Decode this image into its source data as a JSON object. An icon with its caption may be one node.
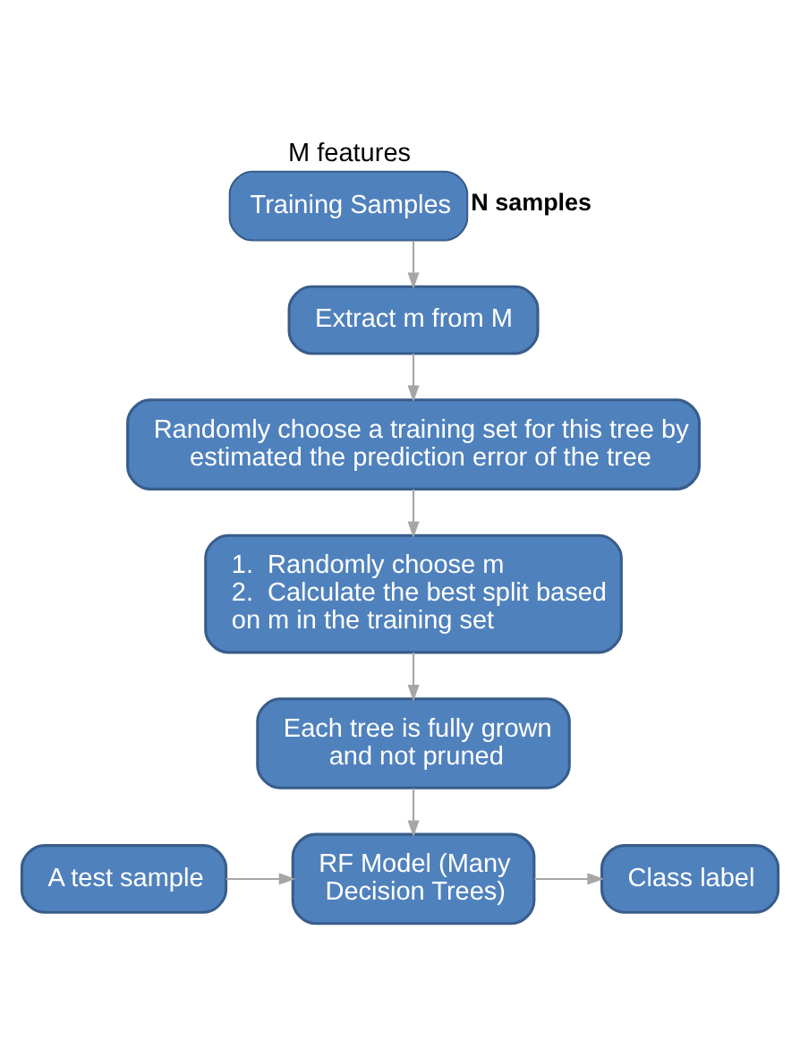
{
  "diagram": {
    "nodes": [
      {
        "text": [
          "Training Samples"
        ],
        "beside": [
          "M features",
          "N samples"
        ]
      },
      {
        "text": [
          "Extract m from M"
        ]
      },
      {
        "text": [
          "Randomly choose a training set for this tree by estimated the prediction error of the tree"
        ]
      },
      {
        "text": [
          "1.  Randomly choose m",
          "2.  Calculate the best split based on m in the training set"
        ]
      },
      {
        "text": [
          "Each tree is fully grown and not pruned"
        ]
      },
      {
        "text": [
          "A test sample"
        ]
      },
      {
        "text": [
          "RF Model (Many Decision Trees)"
        ]
      },
      {
        "text": [
          "Class label"
        ]
      }
    ],
    "edges": [
      {
        "from": 0,
        "to": 1,
        "arrow": "to"
      },
      {
        "from": 1,
        "to": 2,
        "arrow": "to"
      },
      {
        "from": 2,
        "to": 3,
        "arrow": "to"
      },
      {
        "from": 3,
        "to": 4,
        "arrow": "to"
      },
      {
        "from": 4,
        "to": 6,
        "arrow": "to"
      },
      {
        "from": 5,
        "to": 6,
        "arrow": "to"
      },
      {
        "from": 6,
        "to": 7,
        "arrow": "to"
      }
    ]
  }
}
